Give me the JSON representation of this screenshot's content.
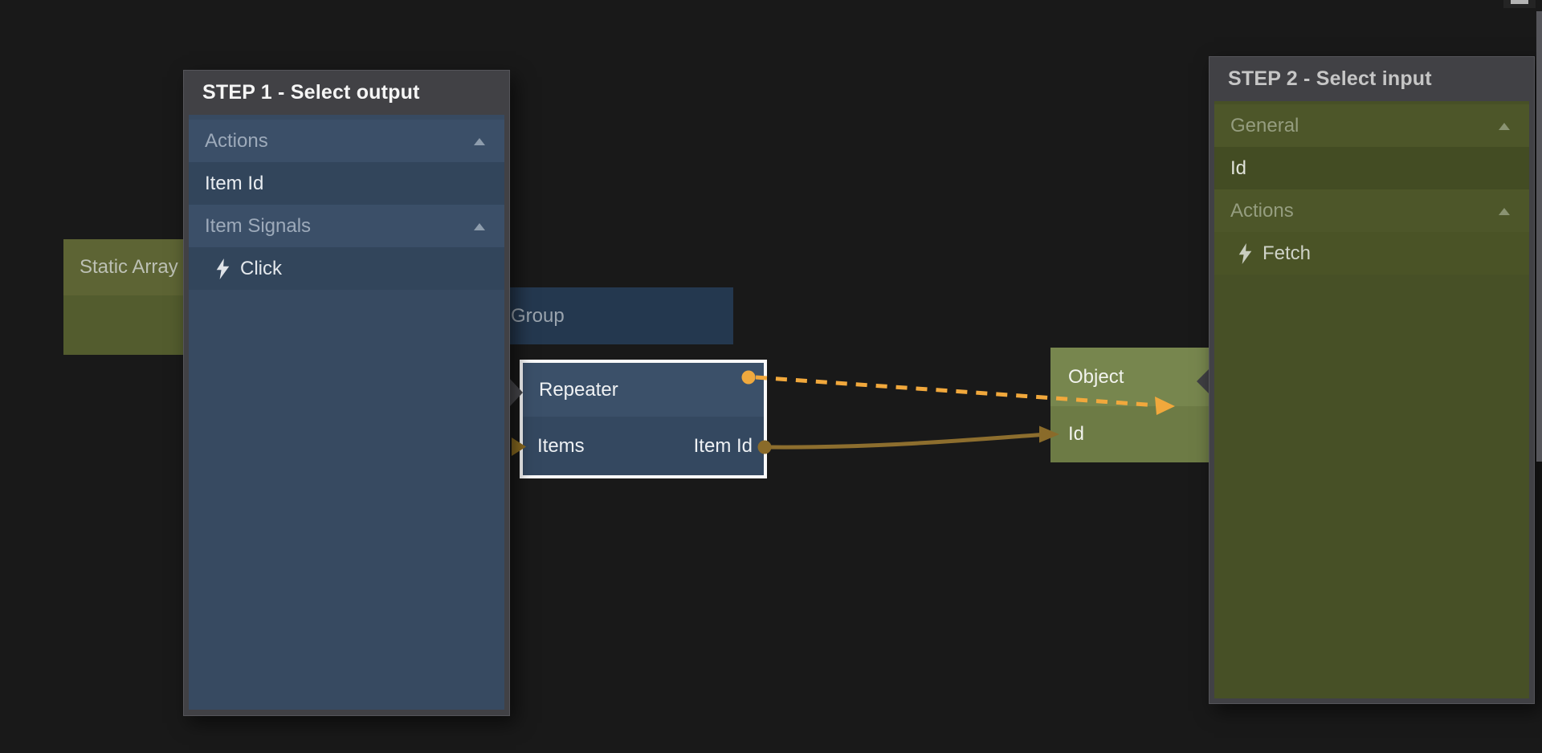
{
  "step1_panel": {
    "title": "STEP 1 - Select output",
    "items": [
      {
        "label": "Actions",
        "type": "category"
      },
      {
        "label": "Item Id",
        "type": "item"
      },
      {
        "label": "Item Signals",
        "type": "category"
      },
      {
        "label": "Click",
        "type": "signal",
        "icon": "lightning-icon"
      }
    ]
  },
  "step2_panel": {
    "title": "STEP 2 - Select input",
    "items": [
      {
        "label": "General",
        "type": "category"
      },
      {
        "label": "Id",
        "type": "item"
      },
      {
        "label": "Actions",
        "type": "category"
      },
      {
        "label": "Fetch",
        "type": "signal",
        "icon": "lightning-icon"
      }
    ]
  },
  "nodes": {
    "static_array": {
      "title": "Static Array"
    },
    "group": {
      "title": "Group"
    },
    "repeater": {
      "title": "Repeater",
      "input_port": "Items",
      "output_port": "Item Id"
    },
    "object": {
      "title": "Object",
      "input_port": "Id"
    }
  },
  "connections": [
    {
      "from": "Repeater output",
      "to": "Object",
      "style": "dashed",
      "color": "#f1a83c",
      "state": "pending"
    },
    {
      "from": "Repeater Item Id",
      "to": "Object Id",
      "style": "solid",
      "color": "#8d6e2e"
    },
    {
      "from": "hidden source",
      "to": "Repeater Items",
      "style": "arrowhead-only",
      "color": "#8a6a20"
    }
  ],
  "colors": {
    "canvas_background": "#191919",
    "panel_frame": "#414145",
    "step1_body": "#374a61",
    "step2_body": "#475026",
    "selection_border": "#fafafa",
    "pending_connection_orange": "#f1a83c",
    "connection_gold": "#8d6e2e"
  }
}
